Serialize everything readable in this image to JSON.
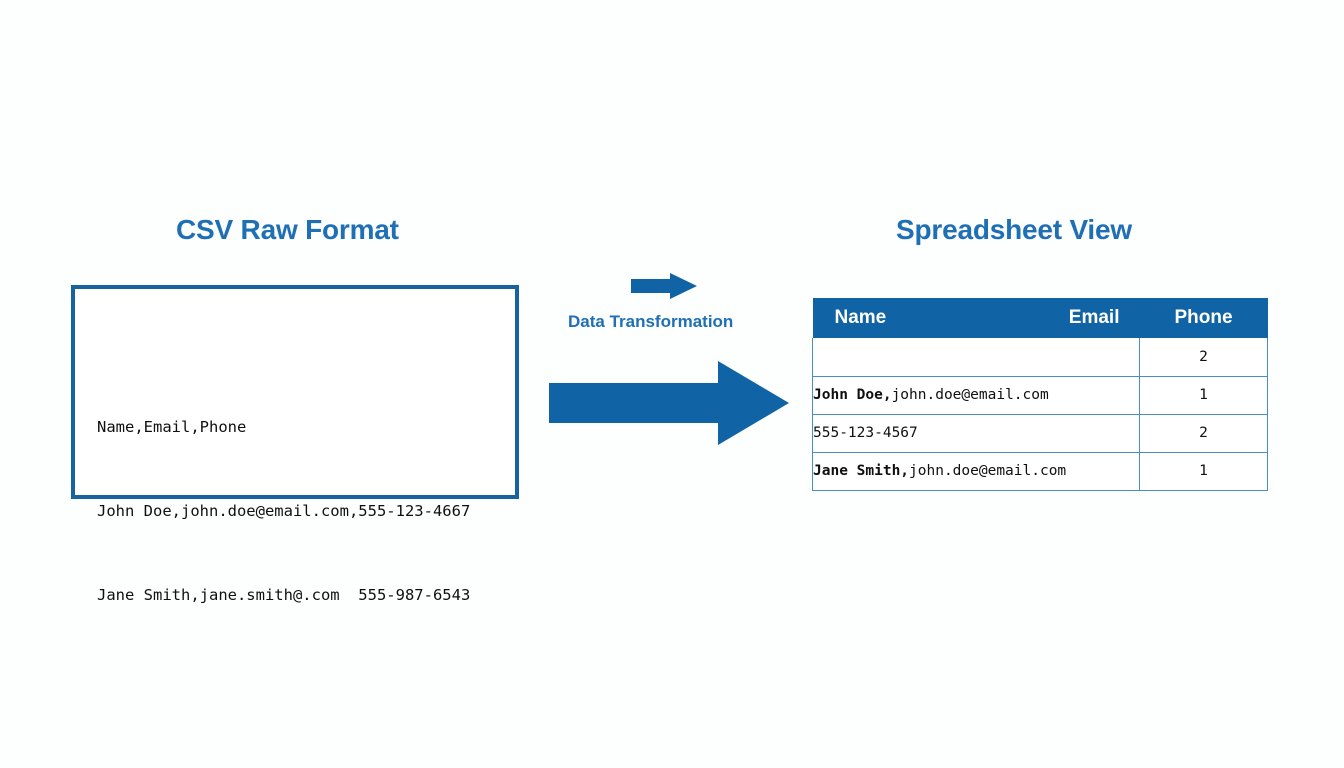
{
  "theme": {
    "background": "#fdfefe",
    "accent_blue": "#1063a5",
    "title_blue": "#1f6fb5",
    "box_border_blue": "#16639f",
    "grid_line_blue": "#4a8dc4",
    "header_text": "#ffffff",
    "body_text": "#101010"
  },
  "left_panel": {
    "title": "CSV Raw Format",
    "csv_lines": [
      "Name,Email,Phone",
      "John Doe,john.doe@email.com,555-123-4667",
      "Jane Smith,jane.smith@.com  555-987-6543"
    ]
  },
  "middle": {
    "label": "Data Transformation",
    "small_arrow_icon": "arrow-right-icon",
    "large_arrow_icon": "arrow-right-icon"
  },
  "right_panel": {
    "title": "Spreadsheet View",
    "table": {
      "headers": {
        "name": "Name",
        "email": "Email",
        "phone": "Phone"
      },
      "rows": [
        {
          "name": "",
          "email": "",
          "phone": "2"
        },
        {
          "name": "John Doe,",
          "email": "john.doe@email.com",
          "phone": "1"
        },
        {
          "name": "",
          "email": "555-123-4567",
          "phone": "2"
        },
        {
          "name": "Jane Smith,",
          "email": "john.doe@email.com",
          "phone": "1"
        }
      ]
    }
  }
}
